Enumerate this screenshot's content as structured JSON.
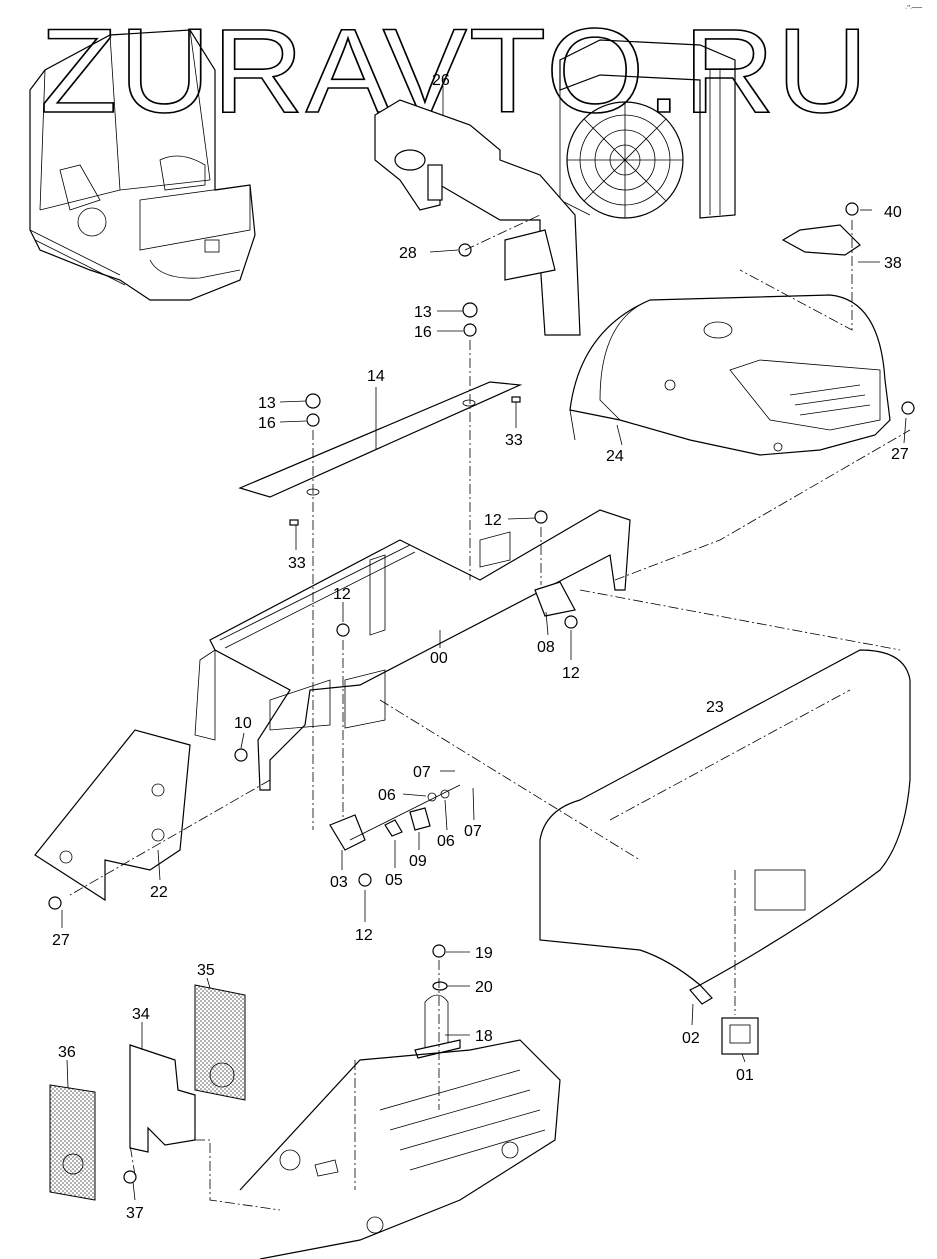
{
  "watermark": "ZURAVTO.RU",
  "corner_mark": "·\"·──",
  "parts": [
    {
      "id": "p26",
      "label": "26"
    },
    {
      "id": "p40",
      "label": "40"
    },
    {
      "id": "p28",
      "label": "28"
    },
    {
      "id": "p38",
      "label": "38"
    },
    {
      "id": "p13a",
      "label": "13"
    },
    {
      "id": "p16a",
      "label": "16"
    },
    {
      "id": "p14",
      "label": "14"
    },
    {
      "id": "p13b",
      "label": "13"
    },
    {
      "id": "p16b",
      "label": "16"
    },
    {
      "id": "p33a",
      "label": "33"
    },
    {
      "id": "p24",
      "label": "24"
    },
    {
      "id": "p27a",
      "label": "27"
    },
    {
      "id": "p12a",
      "label": "12"
    },
    {
      "id": "p33b",
      "label": "33"
    },
    {
      "id": "p12b",
      "label": "12"
    },
    {
      "id": "p00",
      "label": "00"
    },
    {
      "id": "p08",
      "label": "08"
    },
    {
      "id": "p12c",
      "label": "12"
    },
    {
      "id": "p23",
      "label": "23"
    },
    {
      "id": "p10",
      "label": "10"
    },
    {
      "id": "p07a",
      "label": "07"
    },
    {
      "id": "p06a",
      "label": "06"
    },
    {
      "id": "p06b",
      "label": "06"
    },
    {
      "id": "p07b",
      "label": "07"
    },
    {
      "id": "p03",
      "label": "03"
    },
    {
      "id": "p05",
      "label": "05"
    },
    {
      "id": "p09",
      "label": "09"
    },
    {
      "id": "p22",
      "label": "22"
    },
    {
      "id": "p27b",
      "label": "27"
    },
    {
      "id": "p12d",
      "label": "12"
    },
    {
      "id": "p19",
      "label": "19"
    },
    {
      "id": "p35",
      "label": "35"
    },
    {
      "id": "p20",
      "label": "20"
    },
    {
      "id": "p34",
      "label": "34"
    },
    {
      "id": "p18",
      "label": "18"
    },
    {
      "id": "p02",
      "label": "02"
    },
    {
      "id": "p01",
      "label": "01"
    },
    {
      "id": "p36",
      "label": "36"
    },
    {
      "id": "p37",
      "label": "37"
    }
  ]
}
